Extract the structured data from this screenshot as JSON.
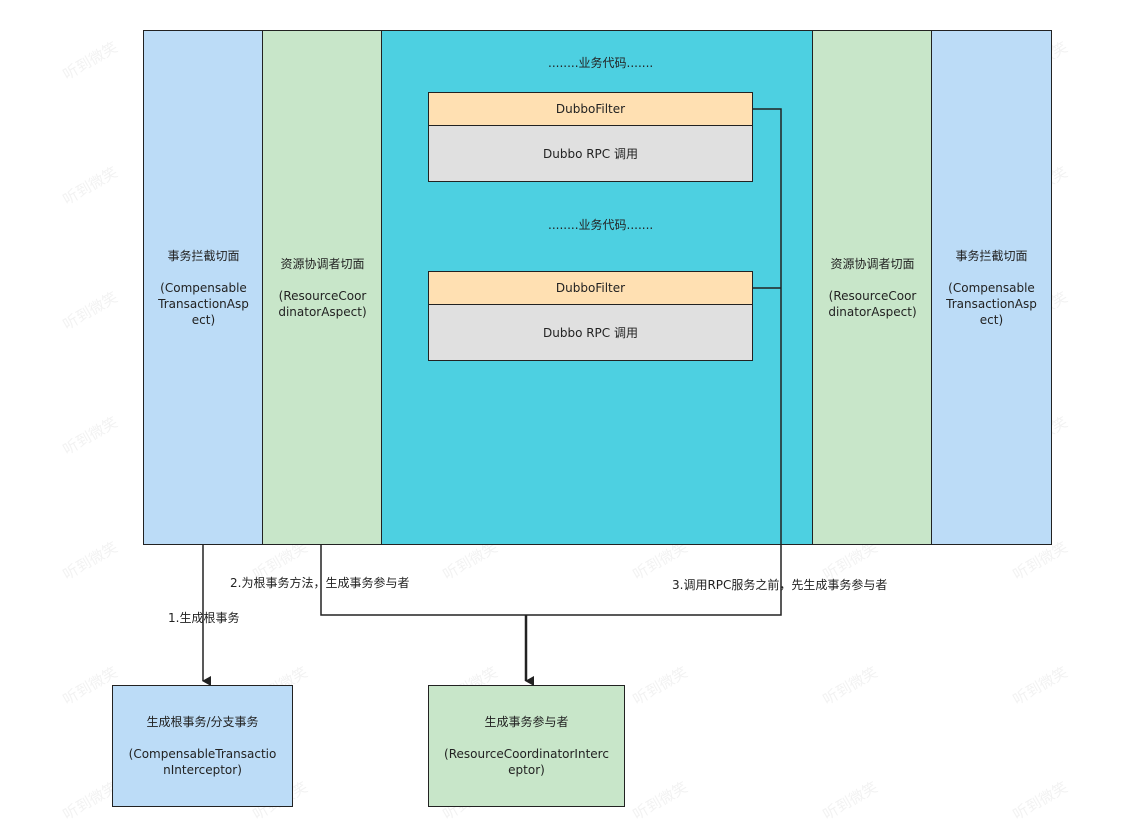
{
  "watermark": "听到微笑",
  "left_aspect": {
    "title": "事务拦截切面",
    "detail": "(Compensable\nTransactionAsp\nect)"
  },
  "left_coordinator": {
    "title": "资源协调者切面",
    "detail": "(ResourceCoor\ndinatorAspect)"
  },
  "center": {
    "business_code_top": "........业务代码.......",
    "business_code_mid": "........业务代码.......",
    "calls": [
      {
        "filter": "DubboFilter",
        "rpc": "Dubbo RPC 调用"
      },
      {
        "filter": "DubboFilter",
        "rpc": "Dubbo RPC 调用"
      }
    ]
  },
  "right_coordinator": {
    "title": "资源协调者切面",
    "detail": "(ResourceCoor\ndinatorAspect)"
  },
  "right_aspect": {
    "title": "事务拦截切面",
    "detail": "(Compensable\nTransactionAsp\nect)"
  },
  "edges": {
    "e1": "1.生成根事务",
    "e2": "2.为根事务方法，生成事务参与者",
    "e3": "3.调用RPC服务之前，先生成事务参与者"
  },
  "bottom_left": {
    "title": "生成根事务/分支事务",
    "detail": "(CompensableTransactio\nnInterceptor)"
  },
  "bottom_right": {
    "title": "生成事务参与者",
    "detail": "(ResourceCoordinatorInterc\neptor)"
  },
  "colors": {
    "aspect": "#bcdcf7",
    "coordinator": "#c8e6c9",
    "business": "#4dd0e1",
    "filter": "#ffe0b2",
    "rpc": "#e0e0e0"
  }
}
